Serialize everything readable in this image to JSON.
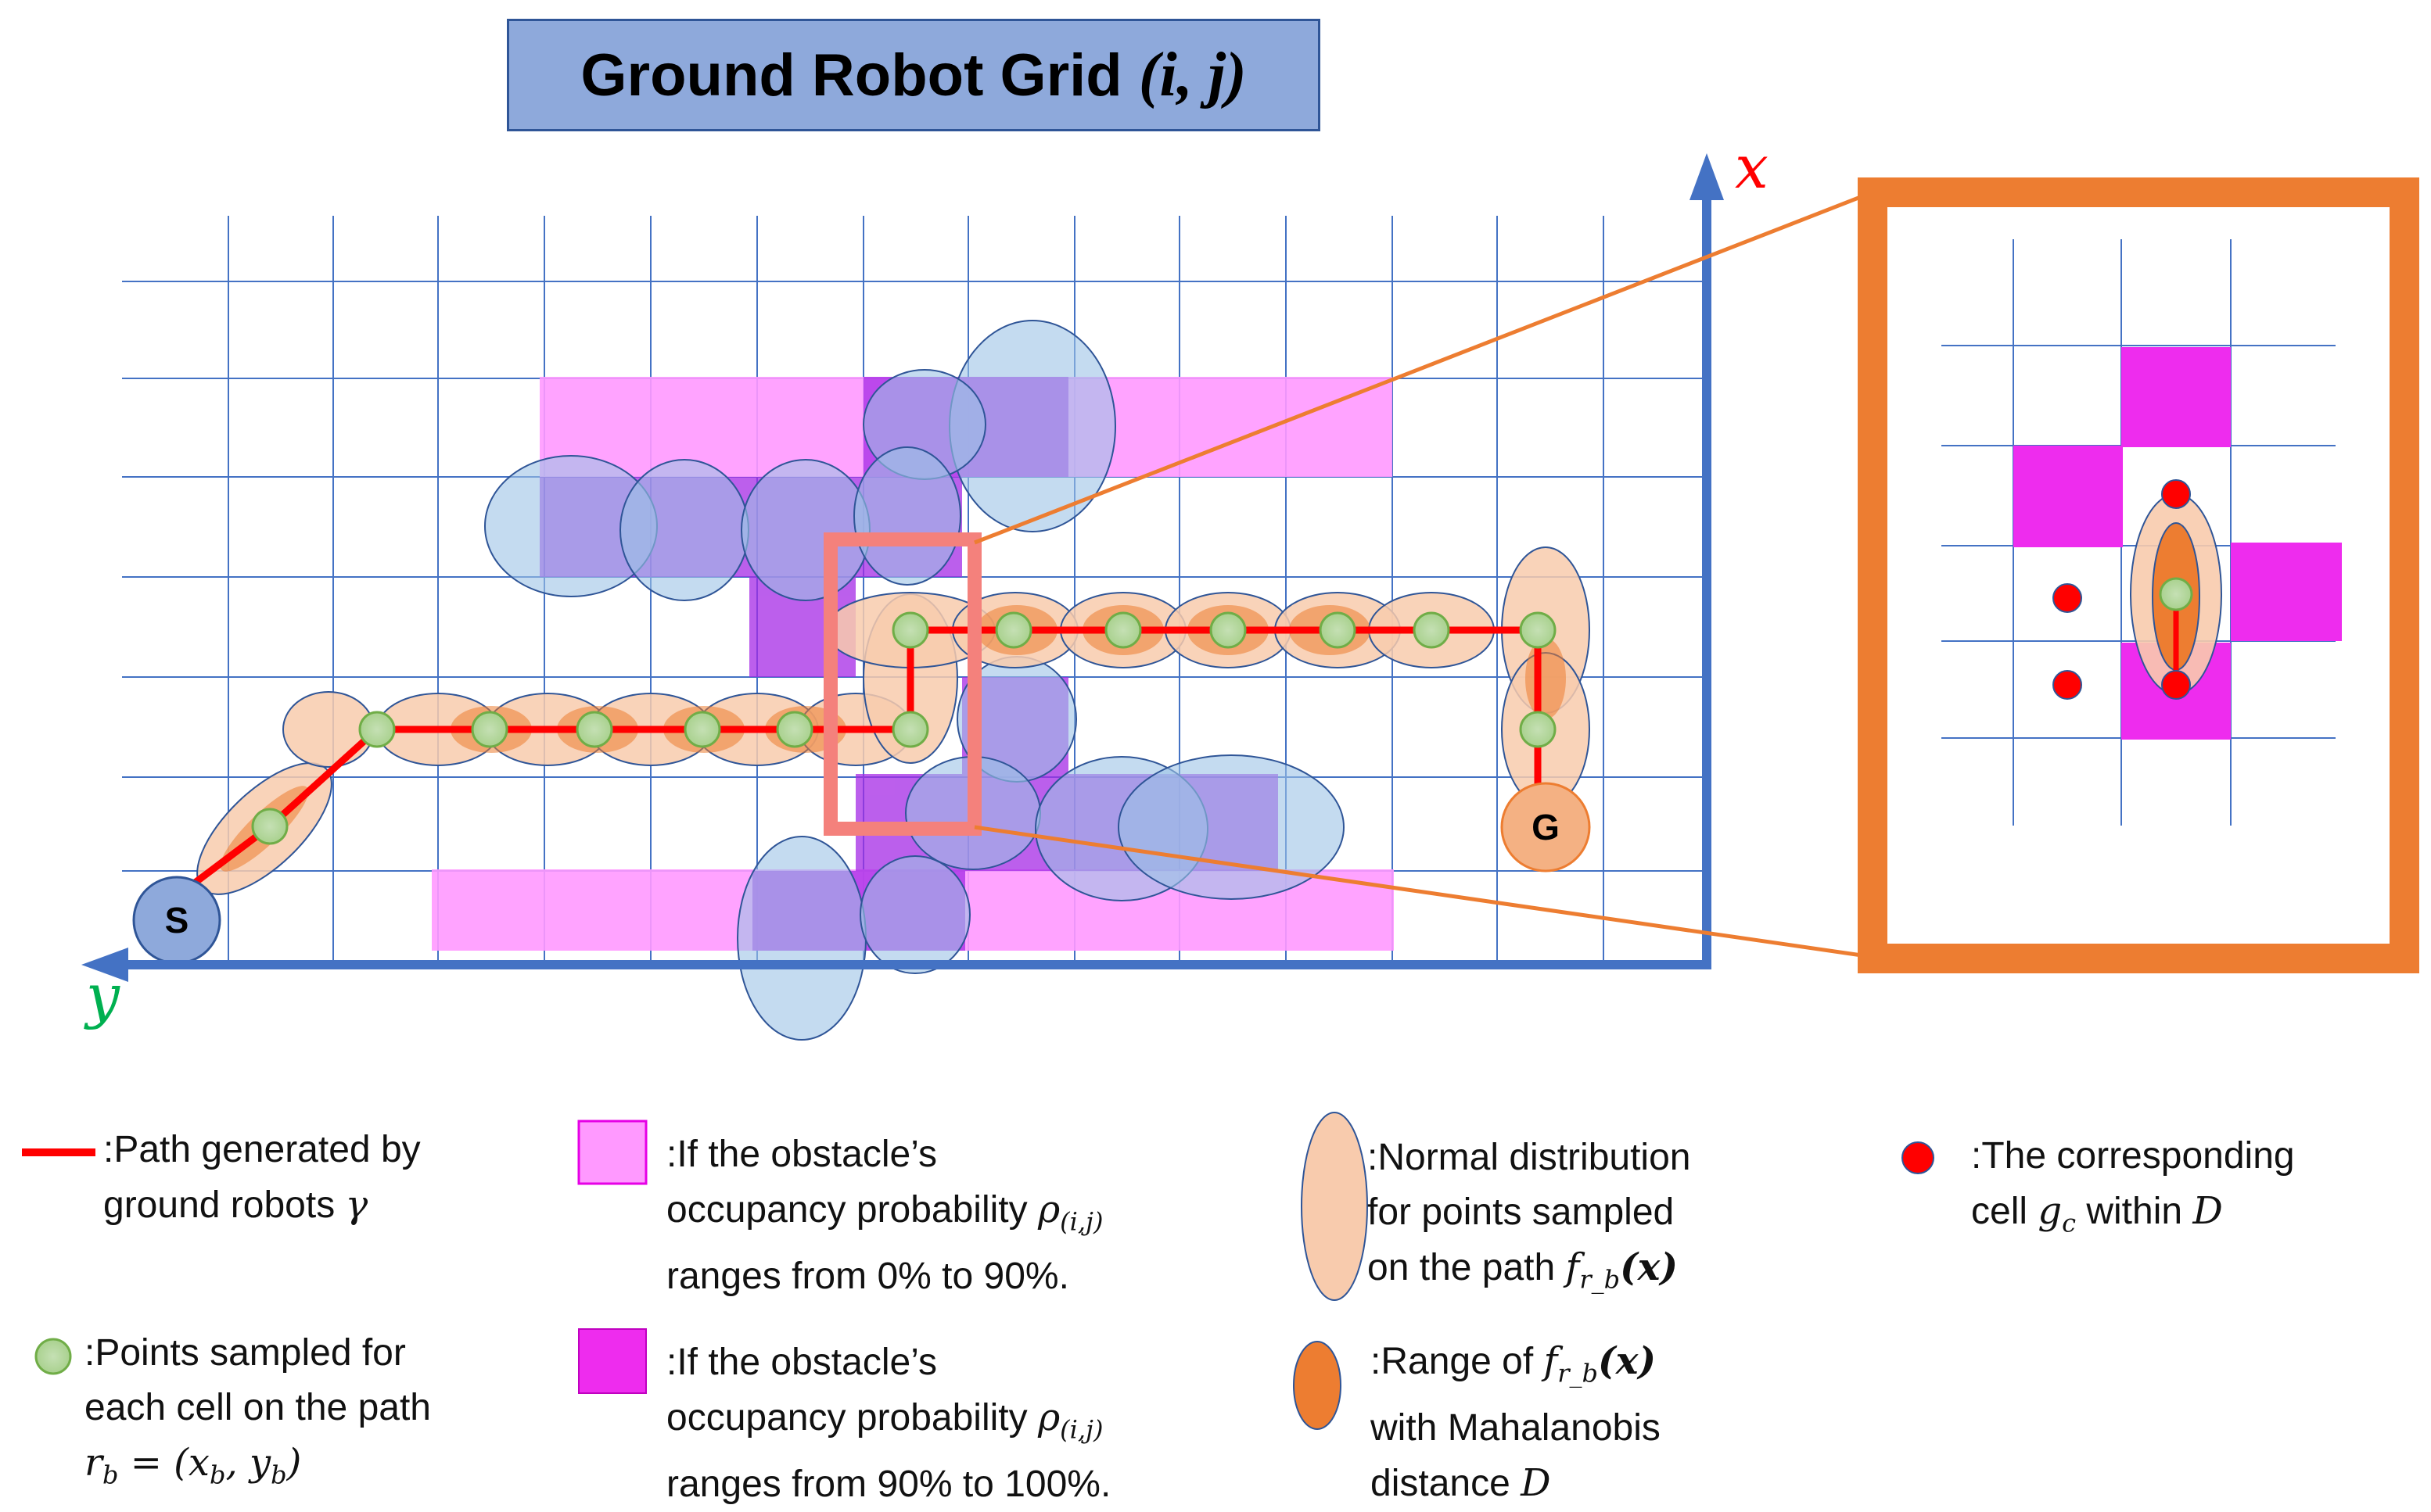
{
  "title": {
    "main": "Ground Robot Grid ",
    "var": "(i, j)"
  },
  "axes": {
    "x": "x",
    "y": "y"
  },
  "markers": {
    "start": "S",
    "goal": "G"
  },
  "legend": {
    "path": {
      "line1": ":Path generated by",
      "line2": "ground robots ",
      "sym": "γ"
    },
    "points": {
      "line1": ":Points sampled for",
      "line2": "each cell on the path",
      "eq_lhs": "r",
      "eq_lhs_sub": "b",
      "eq_mid": " = (x",
      "eq_x_sub": "b",
      "eq_comma": ", y",
      "eq_y_sub": "b",
      "eq_end": ")"
    },
    "low_prob": {
      "line1": ":If the obstacle’s",
      "line2": "occupancy probability ",
      "rho": "ρ",
      "rho_sub": "(i,j)",
      "line3": "ranges from 0% to 90%."
    },
    "high_prob": {
      "line1": ":If the obstacle’s",
      "line2": "occupancy probability ",
      "rho": "ρ",
      "rho_sub": "(i,j)",
      "line3": "ranges from 90% to 100%."
    },
    "normal": {
      "line1": ":Normal distribution",
      "line2": "for points sampled",
      "line3": "on the path ",
      "f": "f",
      "f_sub": "r_b",
      "fx": "(x)"
    },
    "range": {
      "line1": ":Range of ",
      "f": "f",
      "f_sub": "r_b",
      "fx": "(x)",
      "line2": "with Mahalanobis",
      "line3": "distance ",
      "D": "D"
    },
    "cell": {
      "line1": ":The corresponding",
      "line2": "cell ",
      "g": "g",
      "g_sub": "c",
      "line2_end": " within ",
      "D": "D"
    }
  },
  "colors": {
    "grid": "#4472c4",
    "axis": "#4472c4",
    "path": "#ff0000",
    "point_fill": "#a9d18e",
    "point_stroke": "#70ad47",
    "light_obstacle": "#ff99ff",
    "dark_obstacle": "#a14ae8",
    "dist_fill": "#f8cbad",
    "dist_core": "#ed7d31",
    "blue_ellipse": "#9dc3e6",
    "zoom_frame": "#ed7d31",
    "highlight_box": "#f4817c",
    "cell_dot": "#ff0000",
    "start_fill": "#8ea9db",
    "goal_fill": "#f4b183"
  }
}
